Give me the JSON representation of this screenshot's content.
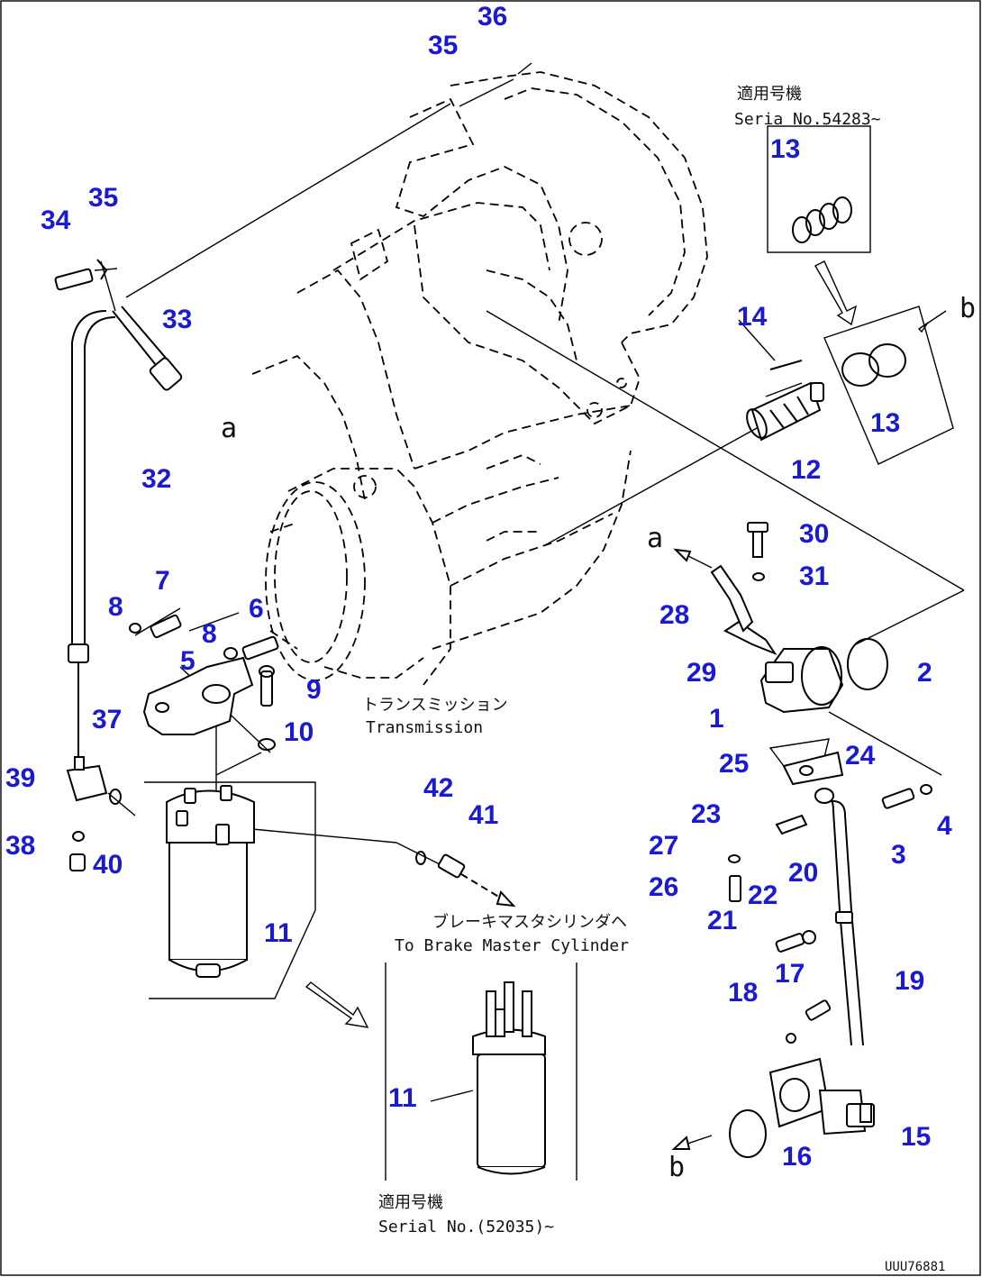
{
  "diagram": {
    "callouts": [
      "36",
      "35",
      "34",
      "35",
      "33",
      "32",
      "13",
      "14",
      "12",
      "13",
      "30",
      "31",
      "28",
      "29",
      "2",
      "1",
      "7",
      "8",
      "8",
      "6",
      "5",
      "9",
      "10",
      "37",
      "39",
      "38",
      "40",
      "42",
      "41",
      "11",
      "11",
      "25",
      "24",
      "23",
      "27",
      "26",
      "22",
      "21",
      "20",
      "4",
      "3",
      "19",
      "17",
      "18",
      "15",
      "16"
    ],
    "letters": [
      "a",
      "a",
      "b",
      "b"
    ],
    "notes": {
      "serial_top_jp": "適用号機",
      "serial_top": "Seria  No.54283~",
      "transmission_jp": "トランスミッション",
      "transmission": "Transmission",
      "brake_jp": "ブレーキマスタシリンダヘ",
      "brake": "To Brake Master Cylinder",
      "serial_bottom_jp": "適用号機",
      "serial_bottom": "Serial No.(52035)~",
      "drawing_no": "UUU76881"
    }
  }
}
